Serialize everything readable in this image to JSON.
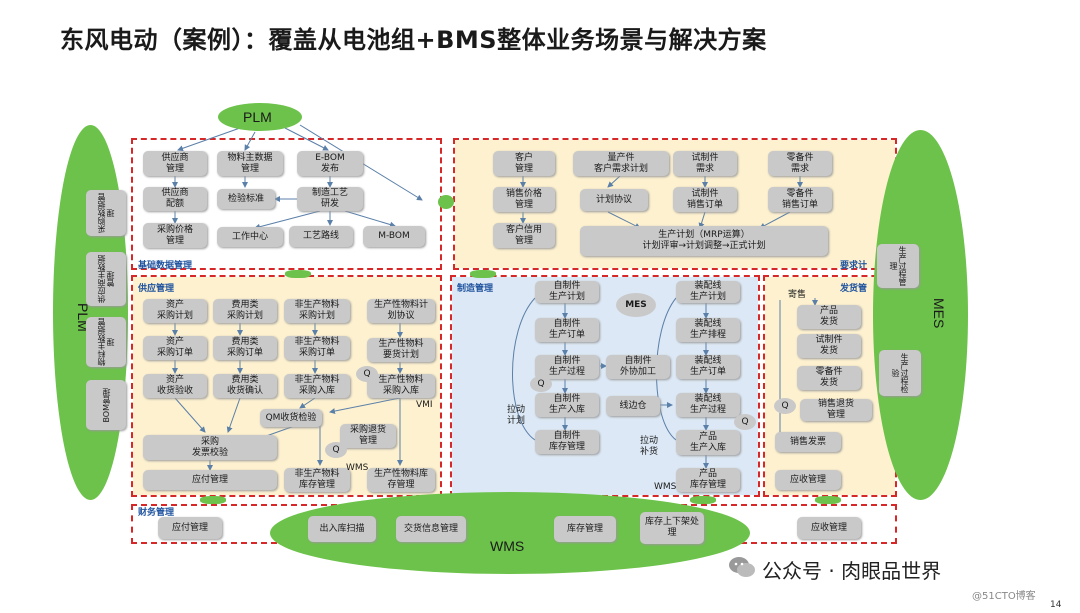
{
  "title": "东风电动（案例）：覆盖从电池组+BMS整体业务场景与解决方案",
  "ellipses": {
    "plm_top": "PLM",
    "plm_left": "PLM",
    "mes_right": "MES",
    "wms_bottom": "WMS"
  },
  "sections": {
    "basic": "基础数据管理",
    "supply": "供应管理",
    "manufacture": "制造管理",
    "demand": "要求计",
    "shipping": "发货管",
    "finance": "财务管理"
  },
  "left_modules": [
    "采购数据管理",
    "供应商主数据管理",
    "物料主数据管理",
    "BOM管理"
  ],
  "right_modules": [
    "生产过程管理",
    "生产过程检验"
  ],
  "basic_boxes": {
    "supplier_mgmt": "供应商\n管理",
    "material_master": "物料主数据\n管理",
    "ebom": "E-BOM\n发布",
    "supplier_quota": "供应商\n配额",
    "inspection_std": "检验标准",
    "process_dev": "制造工艺\n研发",
    "purchase_price": "采购价格\n管理",
    "work_center": "工作中心",
    "routing": "工艺路线",
    "mbom": "M-BOM"
  },
  "demand_boxes": {
    "customer_mgmt": "客户\n管理",
    "mass_demand": "量产件\n客户需求计划",
    "trial_demand": "试制件\n需求",
    "spare_demand": "零备件\n需求",
    "sales_price": "销售价格\n管理",
    "plan_agreement": "计划协议",
    "trial_order": "试制件\n销售订单",
    "spare_order": "零备件\n销售订单",
    "credit_mgmt": "客户信用\n管理",
    "mrp": "生产计划（MRP运算）\n计划评审→计划调整→正式计划"
  },
  "supply_boxes": {
    "asset_plan": "资产\n采购计划",
    "expense_plan": "费用类\n采购计划",
    "nonprod_plan": "非生产物料\n采购计划",
    "prod_agreement": "生产性物料计\n划协议",
    "asset_order": "资产\n采购订单",
    "expense_order": "费用类\n采购订单",
    "nonprod_order": "非生产物料\n采购订单",
    "prod_pull": "生产性物料\n要货计划",
    "asset_receipt": "资产\n收货验收",
    "expense_confirm": "费用类\n收货确认",
    "nonprod_receipt": "非生产物料\n采购入库",
    "prod_receipt": "生产性物料\n采购入库",
    "qm_inspect": "QM收货检验",
    "invoice_verify": "采购\n发票校验",
    "return_mgmt": "采购退货\n管理",
    "payable": "应付管理",
    "nonprod_stock": "非生产物料\n库存管理",
    "prod_stock": "生产性物料库\n存管理"
  },
  "manufacture_boxes": {
    "self_plan": "自制件\n生产计划",
    "assy_plan": "装配线\n生产计划",
    "self_order": "自制件\n生产订单",
    "assy_sched": "装配线\n生产排程",
    "self_process": "自制件\n生产过程",
    "outsource": "自制件\n外协加工",
    "assy_order": "装配线\n生产订单",
    "self_receipt": "自制件\n生产入库",
    "line_side": "线边仓",
    "assy_process": "装配线\n生产过程",
    "self_stock": "自制件\n库存管理",
    "prod_receipt": "产品\n生产入库",
    "prod_stock": "产品\n库存管理",
    "mes": "MES",
    "pull_plan": "拉动\n计划",
    "pull_replenish": "拉动\n补货",
    "wms": "WMS"
  },
  "shipping_boxes": {
    "consign": "寄售",
    "product_ship": "产品\n发货",
    "trial_ship": "试制件\n发货",
    "spare_ship": "零备件\n发货",
    "sales_return": "销售退货\n管理",
    "sales_invoice": "销售发票",
    "receivable": "应收管理"
  },
  "small_tags": {
    "vmi": "VMI",
    "wms": "WMS",
    "q": "Q"
  },
  "finance_boxes": {
    "payable": "应付管理",
    "receivable": "应收管理"
  },
  "wms_boxes": [
    "出入库扫描",
    "交货信息管理",
    "库存管理",
    "库存上下架处理"
  ],
  "watermark": "公众号 · 肉眼品世界",
  "watermark_small": "@51CTO博客",
  "page_number": "14",
  "colors": {
    "green": "#6cc24a",
    "dash_red": "#d62828",
    "yellow_bg": "#fdf1cf",
    "blue_bg": "#dce8f5",
    "box_gray": "#c9c9c9",
    "label_blue": "#2255a0"
  }
}
